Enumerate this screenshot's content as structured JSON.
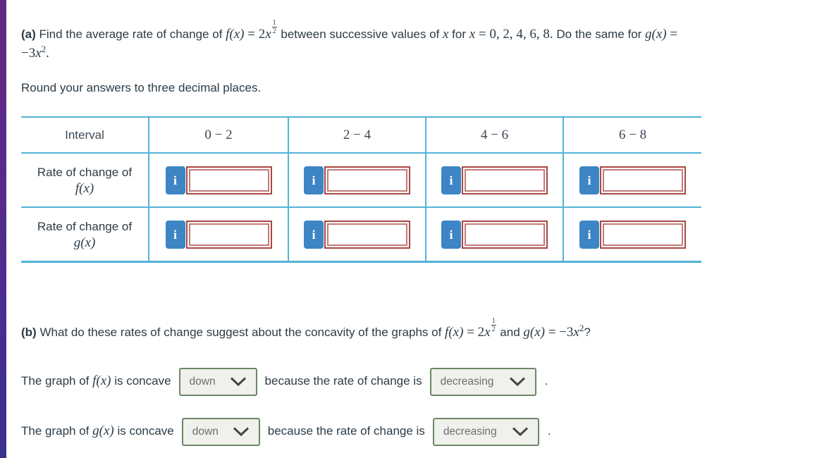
{
  "colors": {
    "accent_bar_top": "#63297f",
    "accent_bar_bottom": "#3a318f",
    "table_border": "#54b2d6",
    "info_button_bg": "#3d85c4",
    "answer_border_outer": "#a84743",
    "answer_border_inner": "#c07c79",
    "dropdown_border": "#6b8765",
    "dropdown_bg": "#f0f1ec",
    "text": "#2d3b45"
  },
  "question_a": {
    "label": "(a)",
    "lead": " Find the average rate of change of ",
    "f_name": "f(x)",
    "f_eq": " = 2",
    "f_var": "x",
    "f_exp_num": "1",
    "f_exp_den": "2",
    "mid1": " between successive values of ",
    "var1": "x",
    "mid2": " for ",
    "var2": "x",
    "vals": " = 0, 2, 4, 6, 8.",
    "mid3": " Do the same for ",
    "g_name": "g(x)",
    "g_eq": " = −3",
    "g_var": "x",
    "g_exp": "2",
    "period": "."
  },
  "round_note": "Round your answers to three decimal places.",
  "table": {
    "info_glyph": "i",
    "col_headers": [
      "Interval",
      "0 − 2",
      "2 − 4",
      "4 − 6",
      "6 − 8"
    ],
    "rows": [
      {
        "label": "Rate of change of",
        "fn": "f(x)",
        "inputs": [
          "",
          "",
          "",
          ""
        ]
      },
      {
        "label": "Rate of change of",
        "fn": "g(x)",
        "inputs": [
          "",
          "",
          "",
          ""
        ]
      }
    ]
  },
  "question_b": {
    "label": "(b)",
    "lead": " What do these rates of change suggest about the concavity of the graphs of ",
    "f_name": "f(x)",
    "f_eq": " = 2",
    "f_var": "x",
    "f_exp_num": "1",
    "f_exp_den": "2",
    "mid": " and ",
    "g_name": "g(x)",
    "g_eq": " = −3",
    "g_var": "x",
    "g_exp": "2",
    "tail": "?"
  },
  "statements": [
    {
      "lead": "The graph of ",
      "fn": "f(x)",
      "cont": " is concave",
      "concavity": "down",
      "middle": "because the rate of change is",
      "rate": "decreasing",
      "period": "."
    },
    {
      "lead": "The graph of ",
      "fn": "g(x)",
      "cont": " is concave",
      "concavity": "down",
      "middle": "because the rate of change is",
      "rate": "decreasing",
      "period": "."
    }
  ]
}
